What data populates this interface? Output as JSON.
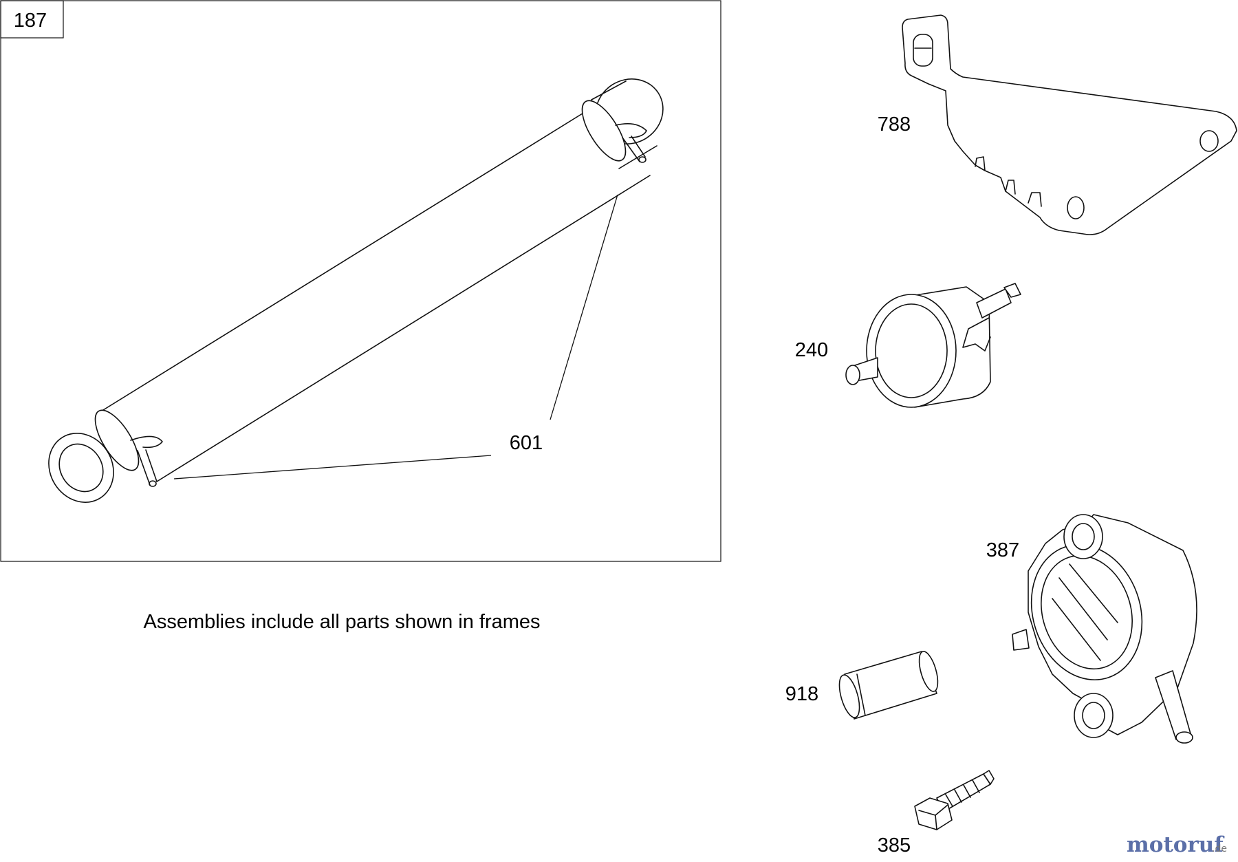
{
  "frame_label": "187",
  "note": "Assemblies include all parts shown in frames",
  "callouts": {
    "hose": "601",
    "bracket": "788",
    "filter": "240",
    "pump": "387",
    "fitting": "918",
    "screw": "385"
  },
  "watermark": {
    "brand": "motoruf",
    "tld": ".de"
  }
}
